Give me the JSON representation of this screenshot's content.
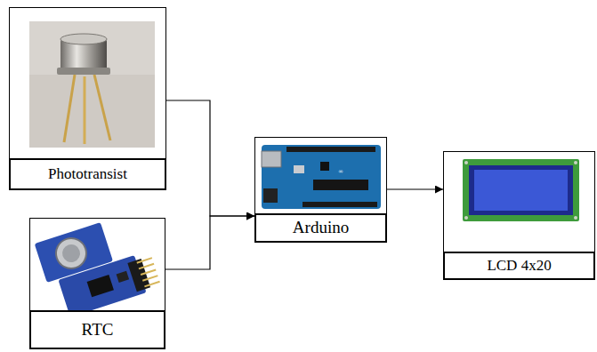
{
  "diagram": {
    "nodes": [
      {
        "text": [
          "Phototransist"
        ]
      },
      {
        "text": [
          "RTC"
        ]
      },
      {
        "text": [
          "Arduino"
        ]
      },
      {
        "text": [
          "LCD 4x20"
        ]
      }
    ],
    "edges": [
      {
        "from": 0,
        "to": 2,
        "arrow": "to"
      },
      {
        "from": 1,
        "to": 2,
        "arrow": "to"
      },
      {
        "from": 2,
        "to": 3,
        "arrow": "to"
      }
    ]
  }
}
